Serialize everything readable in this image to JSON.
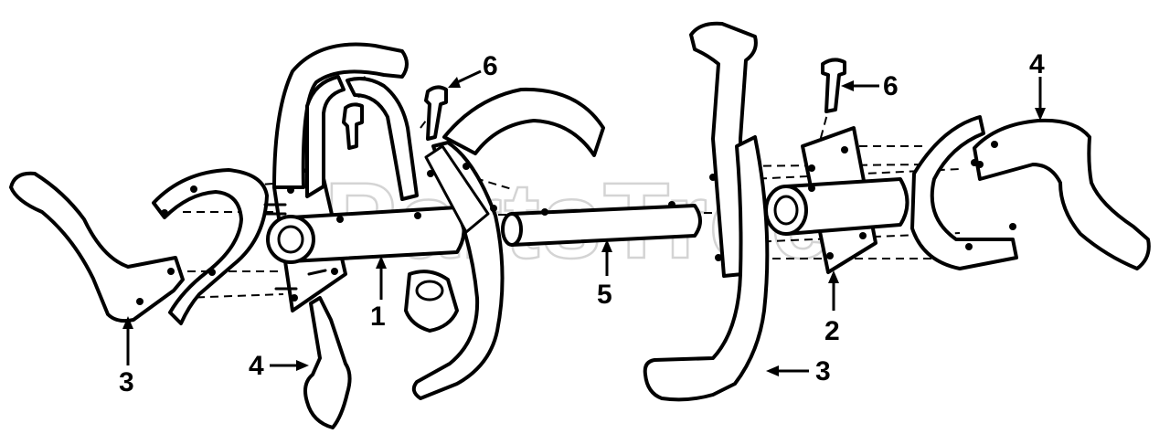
{
  "diagram": {
    "watermark": "PartsTree",
    "callouts": [
      {
        "label": "1"
      },
      {
        "label": "2"
      },
      {
        "label": "3"
      },
      {
        "label": "3"
      },
      {
        "label": "4"
      },
      {
        "label": "4"
      },
      {
        "label": "5"
      },
      {
        "label": "6"
      },
      {
        "label": "6"
      }
    ]
  }
}
